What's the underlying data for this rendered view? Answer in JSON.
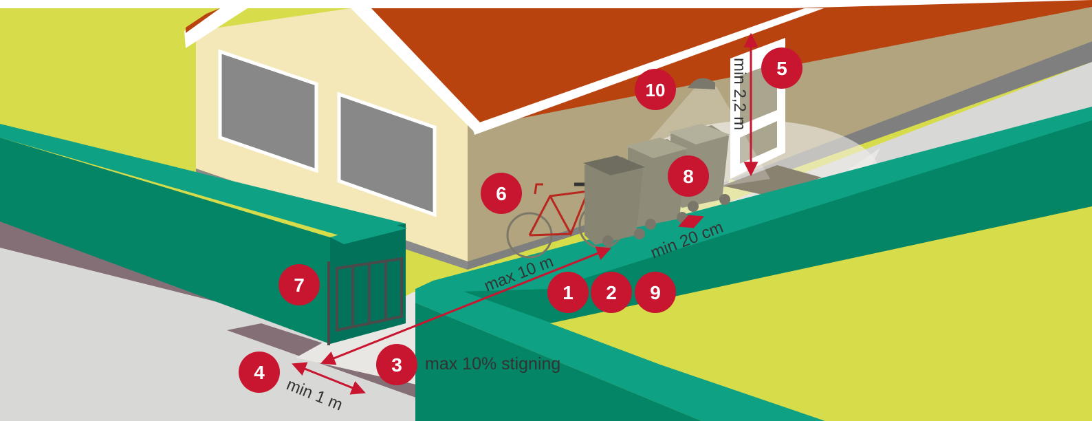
{
  "colors": {
    "lawn": "#d6dc4a",
    "hedge_top": "#0fa184",
    "hedge_front": "#038566",
    "hedge_dark": "#02735a",
    "road": "#d8d8d6",
    "curb": "#856f76",
    "path": "#e9e7e3",
    "house_wall": "#f5e8b8",
    "house_side": "#b1a47f",
    "roof": "#b9430f",
    "window": "#888888",
    "marker": "#c81530",
    "bin": "#94917e",
    "bike": "#b8261e"
  },
  "markers": [
    {
      "num": "1",
      "icon": "marker-badge"
    },
    {
      "num": "2",
      "icon": "marker-badge"
    },
    {
      "num": "3",
      "icon": "marker-badge"
    },
    {
      "num": "4",
      "icon": "marker-badge"
    },
    {
      "num": "5",
      "icon": "marker-badge"
    },
    {
      "num": "6",
      "icon": "marker-badge"
    },
    {
      "num": "7",
      "icon": "marker-badge"
    },
    {
      "num": "8",
      "icon": "marker-badge"
    },
    {
      "num": "9",
      "icon": "marker-badge"
    },
    {
      "num": "10",
      "icon": "marker-badge"
    }
  ],
  "labels": {
    "max_distance": "max 10 m",
    "min_width": "min 1 m",
    "max_slope": "max 10% stigning",
    "min_gap": "min 20 cm",
    "min_height": "min 2,2 m"
  },
  "icons": [
    "house-illustration",
    "bicycle-icon",
    "waste-bin-icon",
    "gate-icon",
    "outdoor-lamp-icon",
    "door-icon",
    "doormat-icon",
    "measure-arrow-icon"
  ]
}
